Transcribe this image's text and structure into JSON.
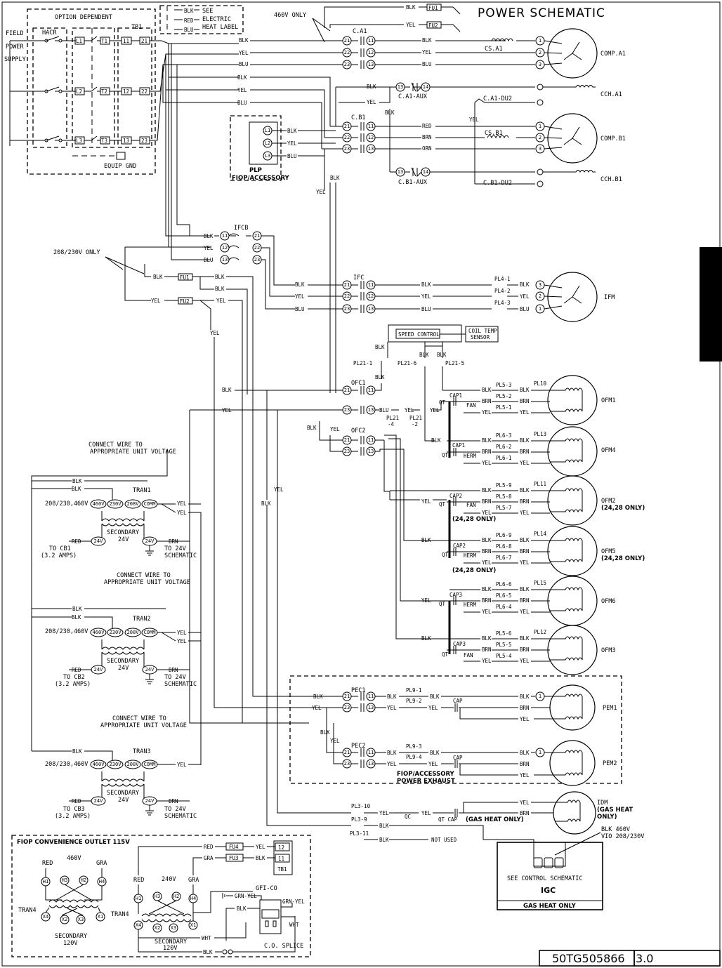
{
  "title": "POWER SCHEMATIC",
  "part_number": "50TG505866",
  "revision": "3.0",
  "labels": {
    "option_dependent": "OPTION DEPENDENT",
    "field": "FIELD",
    "power": "POWER",
    "supply": "SUPPLY",
    "hacr": "HACR",
    "tb1": "TB1",
    "equip_gnd": "EQUIP GND",
    "see": "SEE",
    "electric": "ELECTRIC",
    "heat_label": "HEAT LABEL",
    "v460_only": "460V ONLY",
    "v208_230_only": "208/230V ONLY",
    "plp": "PLP",
    "fiop_accessory": "FIOP/ACCESSORY",
    "ifcb": "IFCB",
    "ifc": "IFC",
    "speed_control": "SPEED CONTROL",
    "coil_temp": "COIL TEMP",
    "sensor": "SENSOR",
    "connect_wire_1": "CONNECT WIRE TO",
    "connect_wire_2": "APPROPRIATE UNIT VOLTAGE",
    "tran1": "TRAN1",
    "tran2": "TRAN2",
    "tran3": "TRAN3",
    "tran4": "TRAN4",
    "v208_230_460": "208/230,460V",
    "secondary": "SECONDARY",
    "v24": "24V",
    "to_cb1": "TO CB1",
    "to_cb2": "TO CB2",
    "to_cb3": "TO CB3",
    "amps": "(3.2 AMPS)",
    "to_24v": "TO 24V",
    "schematic": "SCHEMATIC",
    "fiop_power_exhaust": "FIOP/ACCESSORY",
    "power_exhaust": "POWER EXHAUST",
    "not_used": "NOT USED",
    "qc": "QC",
    "qt_cap": "QT CAP",
    "gas_heat_only_paren": "(GAS HEAT ONLY)",
    "see_control_schematic": "SEE CONTROL SCHEMATIC",
    "igc": "IGC",
    "gas_heat_only": "GAS HEAT ONLY",
    "blk_460v": "BLK 460V",
    "vio_208_230v": "VIO 208/230V",
    "fiop_conv_outlet": "FIOP CONVENIENCE OUTLET 115V",
    "v460": "460V",
    "v240": "240V",
    "v120": "120V",
    "gfi_co": "GFI-CO",
    "co_splice": "C.O. SPLICE",
    "c_a1": "C.A1",
    "c_b1": "C.B1",
    "c_a1_aux": "C.A1-AUX",
    "c_b1_aux": "C.B1-AUX",
    "c_a1_du2": "C.A1-DU2",
    "c_b1_du2": "C.B1-DU2",
    "cs_a1": "CS.A1",
    "cs_b1": "CS.B1",
    "ofc1": "OFC1",
    "ofc2": "OFC2",
    "pec1": "PEC1",
    "pec2": "PEC2",
    "cap": "CAP",
    "fan": "FAN",
    "herm": "HERM",
    "qt": "QT",
    "note_2428": "(24,28 ONLY)"
  },
  "motors": [
    "COMP.A1",
    "COMP.B1",
    "CCH.A1",
    "CCH.B1",
    "IFM",
    "OFM1",
    "OFM4",
    "OFM2",
    "OFM5",
    "OFM6",
    "OFM3",
    "PEM1",
    "PEM2",
    "IDM"
  ],
  "wire_colors": [
    "BLK",
    "YEL",
    "BLU",
    "RED",
    "BRN",
    "ORN",
    "GRA",
    "GRN-YEL",
    "WHT"
  ]
}
